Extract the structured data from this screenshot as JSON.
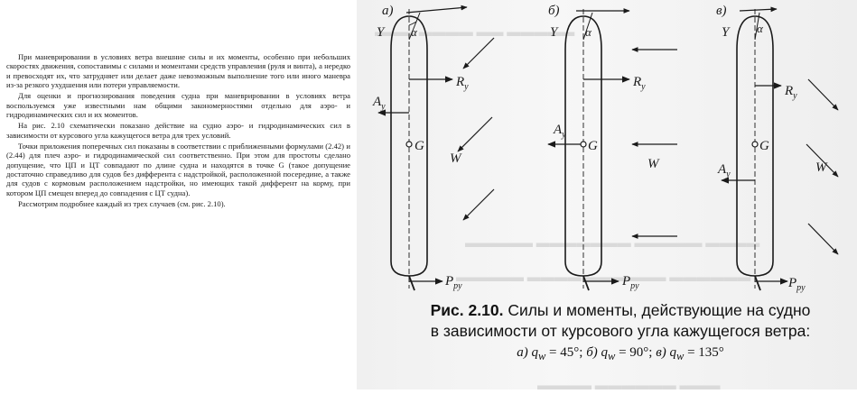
{
  "text": {
    "paragraphs": [
      "При маневрировании в условиях ветра внешние силы и их моменты, особенно при небольших скоростях движения, сопоставимы с силами и моментами средств управления (руля и винта), а нередко и превосходят их, что затрудняет или делает даже невозможным выполнение того или иного маневра из-за резкого ухудшения или потери управляемости.",
      "Для оценки и прогнозирования поведения судна при маневрировании в условиях ветра воспользуемся уже известными нам общими закономерностями отдельно для аэро- и гидродинамических сил и их моментов.",
      "На рис. 2.10 схематически показано действие на судно аэро- и гидродинамических сил в зависимости от курсового угла кажущегося ветра для трех условий.",
      "Точки приложения поперечных сил показаны в соответствии с приближенными формулами (2.42) и (2.44) для плеч аэро- и гидродинамической сил соответственно. При этом для простоты сделано допущение, что ЦП и ЦТ совпадают по длине судна и находятся в точке G (такое допущение достаточно справедливо для судов без дифферента с надстройкой, расположенной посередине, а также для судов с кормовым расположением надстройки, но имеющих такой дифферент на корму, при котором ЦП смещен вперед до совпадения с ЦТ судна).",
      "Рассмотрим подробнее каждый из трех случаев (см. рис. 2.10)."
    ]
  },
  "figure": {
    "panels": [
      {
        "letter": "а)",
        "Y": "Y",
        "alpha": "α",
        "Ry": "R",
        "Ry_sub": "y",
        "Ay": "A",
        "Ay_sub": "y",
        "G": "G",
        "W": "W",
        "Ppy": "P",
        "Ppy_sub": "py"
      },
      {
        "letter": "б)",
        "Y": "Y",
        "alpha": "α",
        "Ry": "R",
        "Ry_sub": "y",
        "Ay": "A",
        "Ay_sub": "y",
        "G": "G",
        "W": "W",
        "Ppy": "P",
        "Ppy_sub": "py"
      },
      {
        "letter": "в)",
        "Y": "Y",
        "alpha": "α",
        "Ry": "R",
        "Ry_sub": "y",
        "Ay": "A",
        "Ay_sub": "y",
        "G": "G",
        "W": "W",
        "Ppy": "P",
        "Ppy_sub": "py"
      }
    ],
    "caption": {
      "number": "Рис. 2.10.",
      "title_line1": "Силы и моменты, действующие на судно",
      "title_line2": "в зависимости от курсового угла кажущегося ветра:",
      "a_label": "а) q",
      "a_value": " = 45°;",
      "b_label": " б) q",
      "b_value": " = 90°;",
      "c_label": " в) q",
      "c_value": " = 135°",
      "subscript": "w"
    }
  },
  "colors": {
    "ink": "#1a1a1a",
    "page": "#ffffff",
    "scan": "#f2f2f2"
  }
}
